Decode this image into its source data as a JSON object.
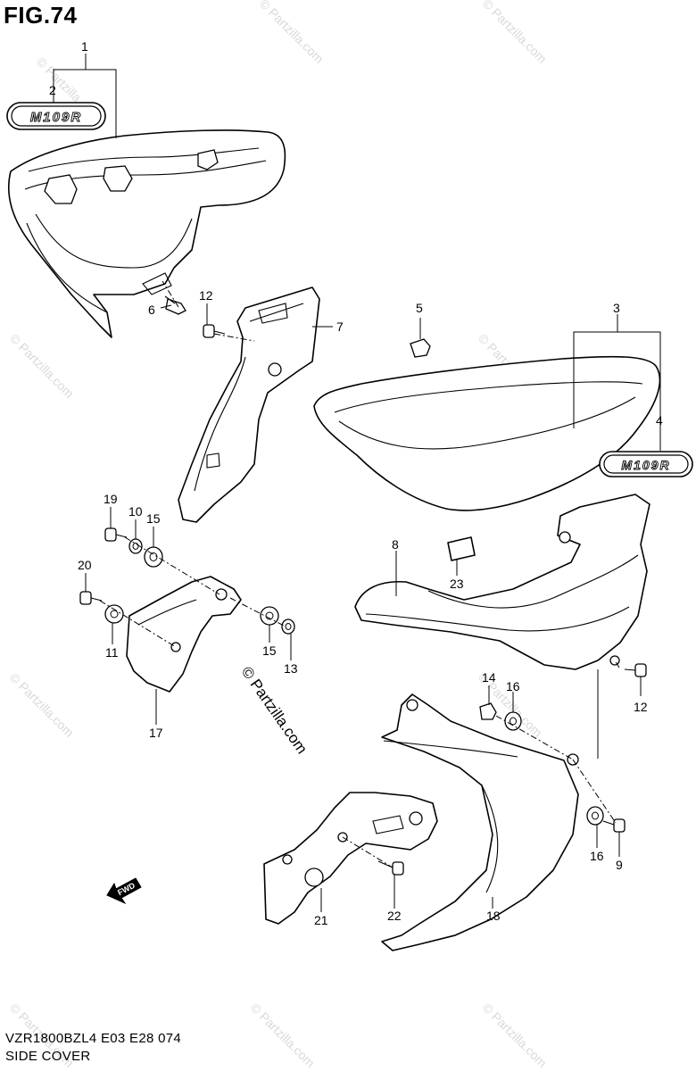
{
  "figure": {
    "title": "FIG.74"
  },
  "footer": {
    "model_line": "VZR1800BZL4  E03  E28  074",
    "section_name": "SIDE COVER"
  },
  "watermark": {
    "small": "© Partzilla.com",
    "large": "© Partzilla.com"
  },
  "emblem": {
    "text": "M109R"
  },
  "fwd_arrow": {
    "text": "FWD"
  },
  "callouts": [
    "1",
    "2",
    "3",
    "4",
    "5",
    "6",
    "7",
    "8",
    "9",
    "10",
    "11",
    "12",
    "12",
    "13",
    "14",
    "15",
    "15",
    "16",
    "16",
    "17",
    "18",
    "19",
    "20",
    "21",
    "22",
    "23"
  ]
}
